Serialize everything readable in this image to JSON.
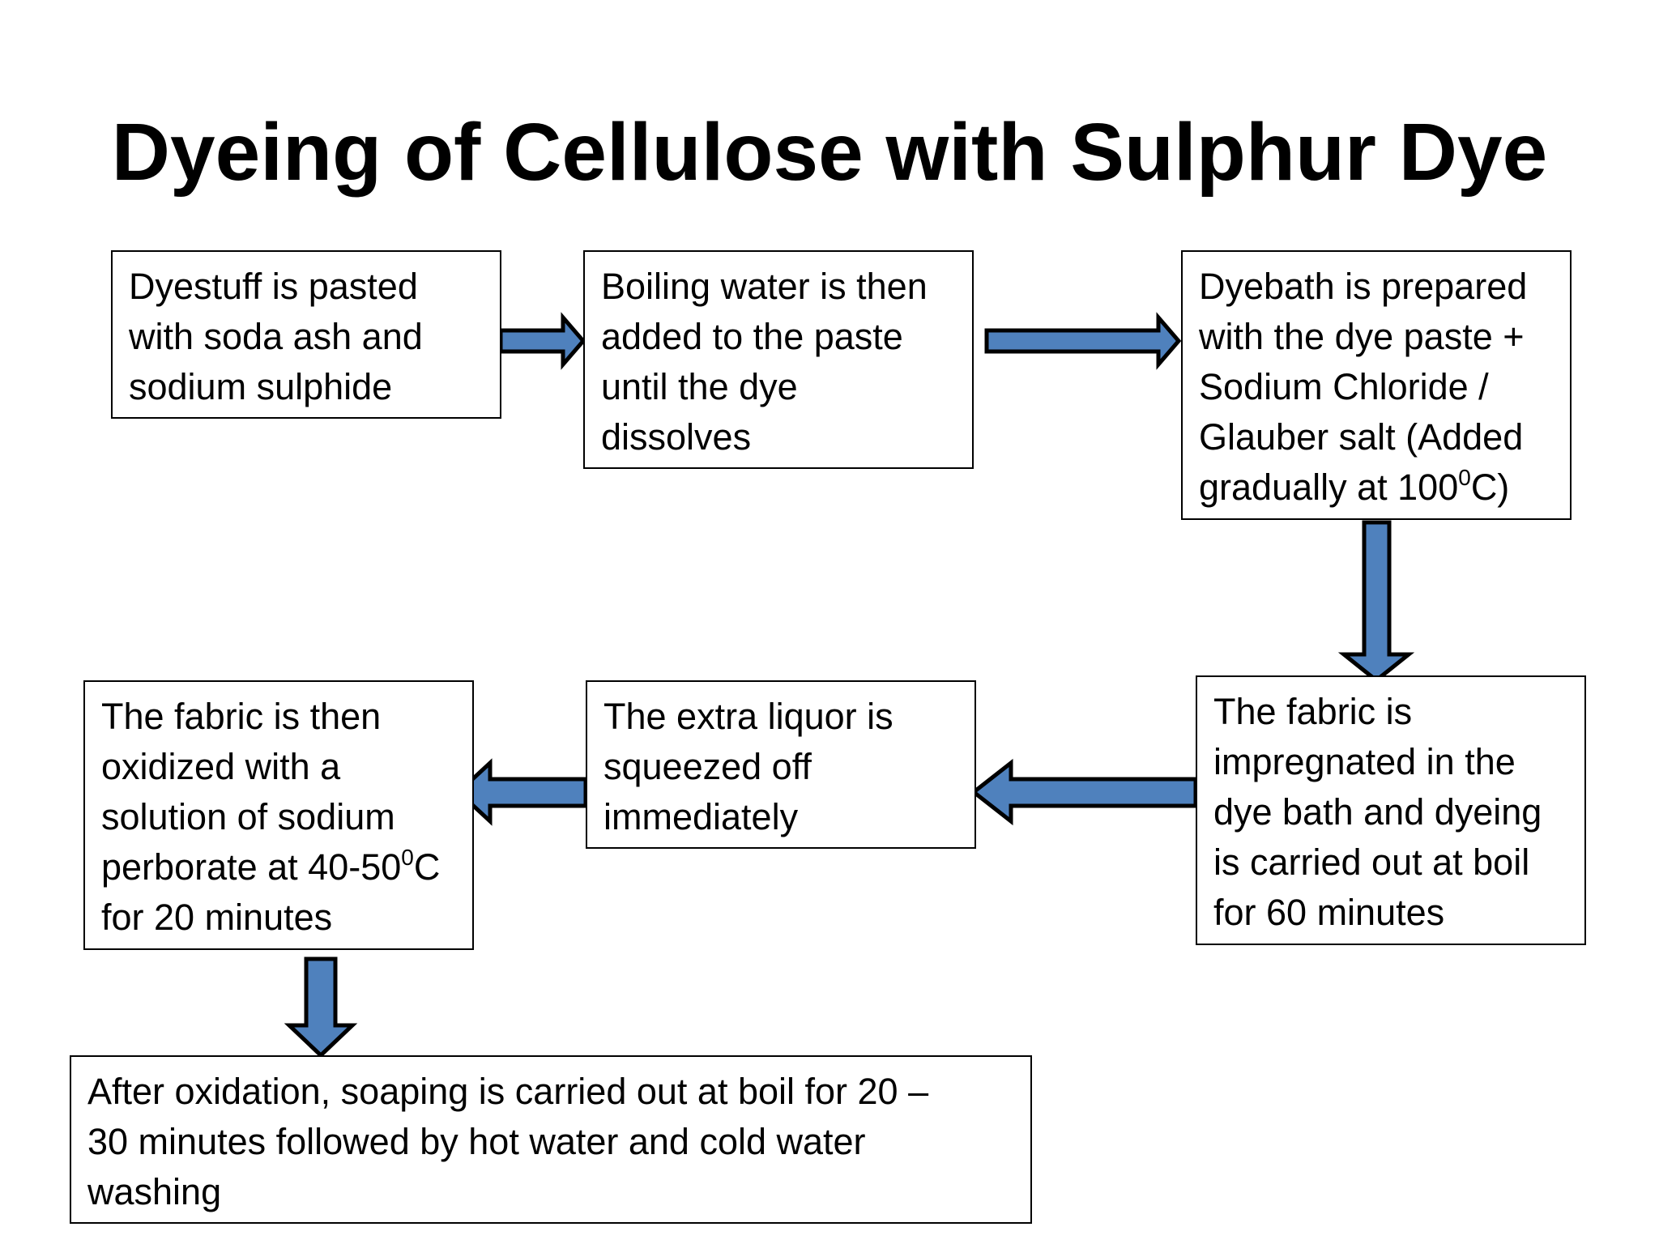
{
  "title": "Dyeing of Cellulose with Sulphur Dye",
  "colors": {
    "arrow_fill": "#4f81bd",
    "arrow_stroke": "#000000",
    "box_border": "#000000",
    "text": "#000000"
  },
  "steps": [
    {
      "lines": [
        "Dyestuff is pasted",
        "with soda ash and",
        "sodium sulphide"
      ]
    },
    {
      "lines": [
        "Boiling water is then",
        "added to the paste",
        "until the dye",
        "dissolves"
      ]
    },
    {
      "lines": [
        "Dyebath is prepared",
        "with the dye paste +",
        "Sodium Chloride /",
        "Glauber salt (Added"
      ],
      "last": {
        "pre": "gradually at 100",
        "sup": "0",
        "post": "C)"
      }
    },
    {
      "lines": [
        "The fabric is",
        "impregnated in the",
        "dye bath and dyeing",
        "is carried out at boil",
        "for 60 minutes"
      ]
    },
    {
      "lines": [
        "The extra liquor is",
        "squeezed off",
        "immediately"
      ]
    },
    {
      "lines": [
        "The fabric is then",
        "oxidized with a",
        "solution of sodium"
      ],
      "sup_line": {
        "pre": "perborate at 40-50",
        "sup": "0",
        "post": "C"
      },
      "after": [
        "for 20 minutes"
      ]
    },
    {
      "lines": [
        "After oxidation, soaping is carried out at boil for 20 –",
        "30 minutes followed by hot water and cold water",
        "washing"
      ]
    }
  ]
}
